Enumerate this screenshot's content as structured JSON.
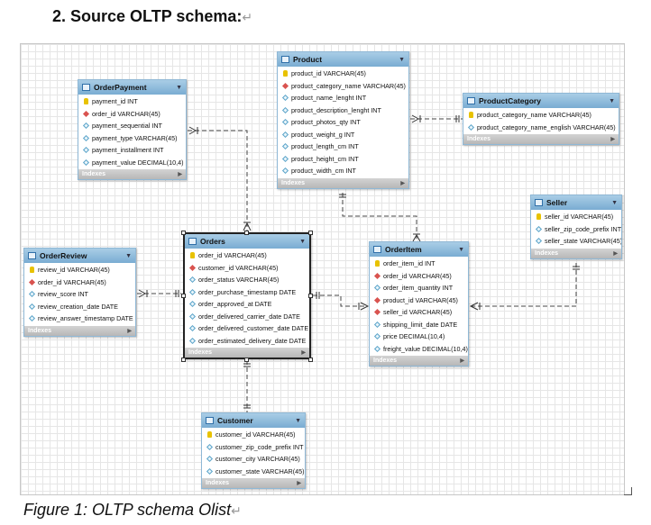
{
  "heading": "2.  Source OLTP schema:",
  "caption": "Figure 1: OLTP schema Olist",
  "indexes_label": "Indexes",
  "tables": [
    {
      "key": "orderpayment",
      "name": "OrderPayment",
      "columns": [
        {
          "text": "payment_id INT",
          "icon": "pk"
        },
        {
          "text": "order_id VARCHAR(45)",
          "icon": "fk"
        },
        {
          "text": "payment_sequential INT",
          "icon": "col"
        },
        {
          "text": "payment_type VARCHAR(45)",
          "icon": "col"
        },
        {
          "text": "payment_installment INT",
          "icon": "col"
        },
        {
          "text": "payment_value DECIMAL(10,4)",
          "icon": "col"
        }
      ]
    },
    {
      "key": "product",
      "name": "Product",
      "columns": [
        {
          "text": "product_id VARCHAR(45)",
          "icon": "pk"
        },
        {
          "text": "product_category_name VARCHAR(45)",
          "icon": "fk"
        },
        {
          "text": "product_name_lenght INT",
          "icon": "col"
        },
        {
          "text": "product_description_lenght INT",
          "icon": "col"
        },
        {
          "text": "product_photos_qty INT",
          "icon": "col"
        },
        {
          "text": "product_weight_g INT",
          "icon": "col"
        },
        {
          "text": "product_length_cm INT",
          "icon": "col"
        },
        {
          "text": "product_height_cm INT",
          "icon": "col"
        },
        {
          "text": "product_width_cm INT",
          "icon": "col"
        }
      ]
    },
    {
      "key": "productcategory",
      "name": "ProductCategory",
      "columns": [
        {
          "text": "product_category_name VARCHAR(45)",
          "icon": "pk"
        },
        {
          "text": "product_category_name_english VARCHAR(45)",
          "icon": "col"
        }
      ]
    },
    {
      "key": "seller",
      "name": "Seller",
      "columns": [
        {
          "text": "seller_id VARCHAR(45)",
          "icon": "pk"
        },
        {
          "text": "seller_zip_code_prefix INT",
          "icon": "col"
        },
        {
          "text": "seller_state VARCHAR(45)",
          "icon": "col"
        }
      ]
    },
    {
      "key": "orderreview",
      "name": "OrderReview",
      "columns": [
        {
          "text": "review_id VARCHAR(45)",
          "icon": "pk"
        },
        {
          "text": "order_id VARCHAR(45)",
          "icon": "fk"
        },
        {
          "text": "review_score INT",
          "icon": "col"
        },
        {
          "text": "review_creation_date DATE",
          "icon": "col"
        },
        {
          "text": "review_answer_timestamp DATE",
          "icon": "col"
        }
      ]
    },
    {
      "key": "orders",
      "name": "Orders",
      "columns": [
        {
          "text": "order_id VARCHAR(45)",
          "icon": "pk"
        },
        {
          "text": "customer_id VARCHAR(45)",
          "icon": "fk"
        },
        {
          "text": "order_status VARCHAR(45)",
          "icon": "col"
        },
        {
          "text": "order_purchase_timestamp DATE",
          "icon": "col"
        },
        {
          "text": "order_approved_at DATE",
          "icon": "col"
        },
        {
          "text": "order_delivered_carrier_date DATE",
          "icon": "col"
        },
        {
          "text": "order_delivered_customer_date DATE",
          "icon": "col"
        },
        {
          "text": "order_estimated_delivery_date DATE",
          "icon": "col"
        }
      ]
    },
    {
      "key": "orderitem",
      "name": "OrderItem",
      "columns": [
        {
          "text": "order_item_id INT",
          "icon": "pk"
        },
        {
          "text": "order_id VARCHAR(45)",
          "icon": "fk"
        },
        {
          "text": "order_item_quantity INT",
          "icon": "col"
        },
        {
          "text": "product_id VARCHAR(45)",
          "icon": "fk"
        },
        {
          "text": "seller_id VARCHAR(45)",
          "icon": "fk"
        },
        {
          "text": "shipping_limit_date DATE",
          "icon": "col"
        },
        {
          "text": "price DECIMAL(10,4)",
          "icon": "col"
        },
        {
          "text": "freight_value DECIMAL(10,4)",
          "icon": "col"
        }
      ]
    },
    {
      "key": "customer",
      "name": "Customer",
      "columns": [
        {
          "text": "customer_id VARCHAR(45)",
          "icon": "pk"
        },
        {
          "text": "customer_zip_code_prefix INT",
          "icon": "col"
        },
        {
          "text": "customer_city VARCHAR(45)",
          "icon": "col"
        },
        {
          "text": "customer_state VARCHAR(45)",
          "icon": "col"
        }
      ]
    }
  ],
  "relationships": [
    {
      "from": "orderpayment",
      "to": "orders"
    },
    {
      "from": "orderreview",
      "to": "orders"
    },
    {
      "from": "orderitem",
      "to": "orders"
    },
    {
      "from": "orderitem",
      "to": "product"
    },
    {
      "from": "orderitem",
      "to": "seller"
    },
    {
      "from": "product",
      "to": "productcategory"
    },
    {
      "from": "orders",
      "to": "customer"
    }
  ]
}
